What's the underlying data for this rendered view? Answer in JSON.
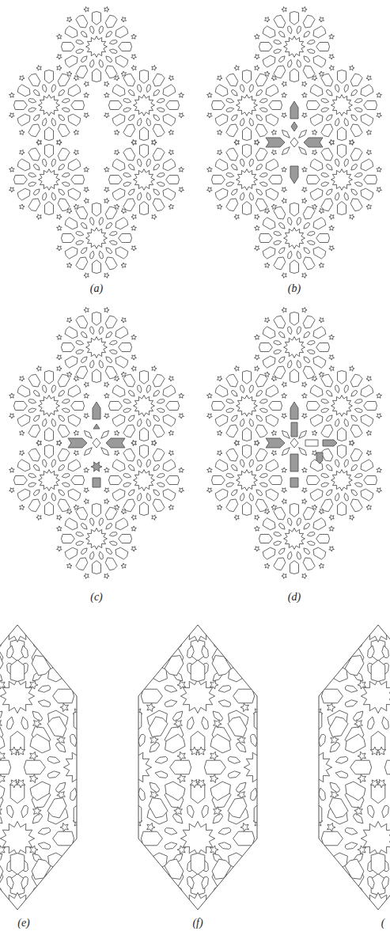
{
  "diagram": {
    "labels": [
      "(a)",
      "(b)",
      "(c)",
      "(d)",
      "(e)",
      "(f)",
      "("
    ]
  }
}
